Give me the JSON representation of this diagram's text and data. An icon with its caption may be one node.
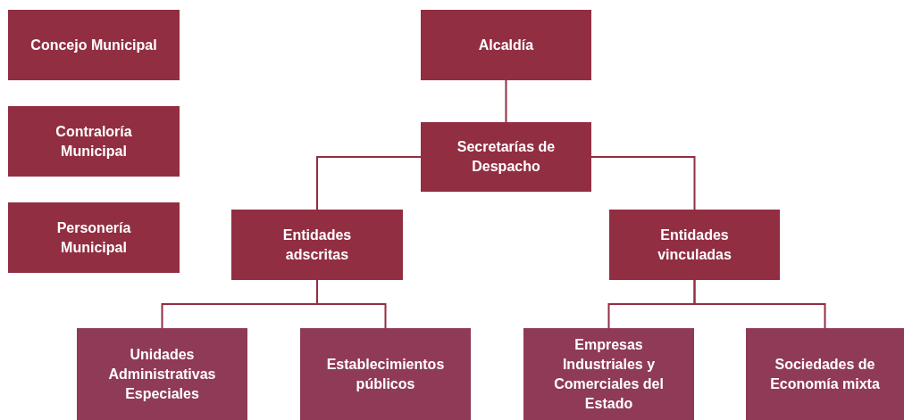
{
  "diagram": {
    "nodes": [
      {
        "text": [
          "Concejo Municipal"
        ]
      },
      {
        "text": [
          "Contraloría Municipal"
        ]
      },
      {
        "text": [
          "Personería Municipal"
        ]
      },
      {
        "text": [
          "Alcaldía"
        ]
      },
      {
        "text": [
          "Secretarías de Despacho"
        ]
      },
      {
        "text": [
          "Entidades adscritas"
        ]
      },
      {
        "text": [
          "Entidades vinculadas"
        ]
      },
      {
        "text": [
          "Unidades Administrativas Especiales"
        ]
      },
      {
        "text": [
          "Establecimientos públicos"
        ]
      },
      {
        "text": [
          "Empresas Industriales y Comerciales del Estado"
        ]
      },
      {
        "text": [
          "Sociedades de Economía mixta"
        ]
      }
    ],
    "edges": [
      {
        "from": 3,
        "to": 4,
        "arrow": "none"
      },
      {
        "from": 4,
        "to": 5,
        "arrow": "none"
      },
      {
        "from": 4,
        "to": 6,
        "arrow": "none"
      },
      {
        "from": 5,
        "to": 7,
        "arrow": "none"
      },
      {
        "from": 5,
        "to": 8,
        "arrow": "none"
      },
      {
        "from": 6,
        "to": 9,
        "arrow": "none"
      },
      {
        "from": 6,
        "to": 10,
        "arrow": "none"
      }
    ]
  }
}
